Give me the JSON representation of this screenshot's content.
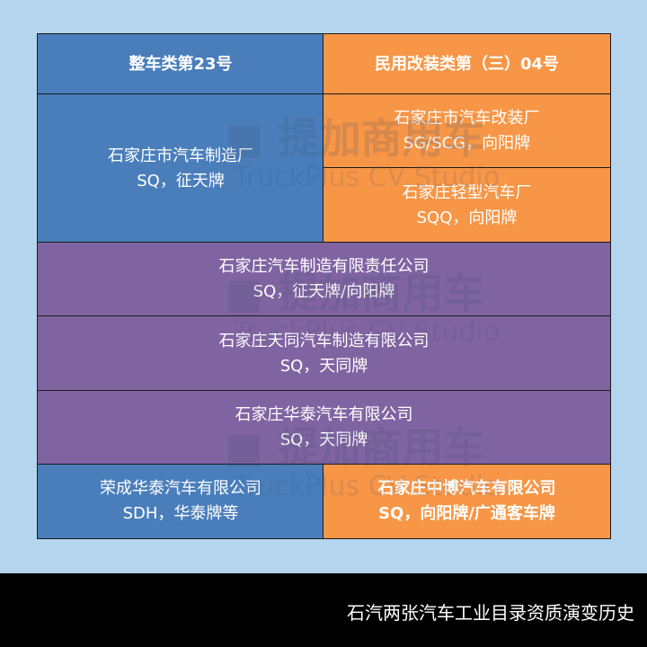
{
  "header": {
    "left": "整车类第23号",
    "right": "民用改装类第（三）04号"
  },
  "rows": [
    {
      "name": "石家庄市汽车制造厂",
      "brand": "SQ，征天牌"
    },
    {
      "name": "石家庄市汽车改装厂",
      "brand": "SG/SCG，向阳牌"
    },
    {
      "name": "石家庄轻型汽车厂",
      "brand": "SQQ，向阳牌"
    },
    {
      "name": "石家庄汽车制造有限责任公司",
      "brand": "SQ，征天牌/向阳牌"
    },
    {
      "name": "石家庄天同汽车制造有限公司",
      "brand": "SQ，天同牌"
    },
    {
      "name": "石家庄华泰汽车有限公司",
      "brand": "SQ，天同牌"
    },
    {
      "name": "荣成华泰汽车有限公司",
      "brand": "SDH，华泰牌等"
    },
    {
      "name": "石家庄中博汽车有限公司",
      "brand": "SQ，向阳牌/广通客车牌"
    }
  ],
  "watermark": {
    "cn": "提加商用车",
    "en": "TruckPlus CV Studio"
  },
  "caption": "石汽两张汽车工业目录资质演变历史",
  "colors": {
    "blue": "#4a7ebb",
    "orange": "#f79646",
    "purple": "#8064a2",
    "background": "#b5d5ef"
  }
}
